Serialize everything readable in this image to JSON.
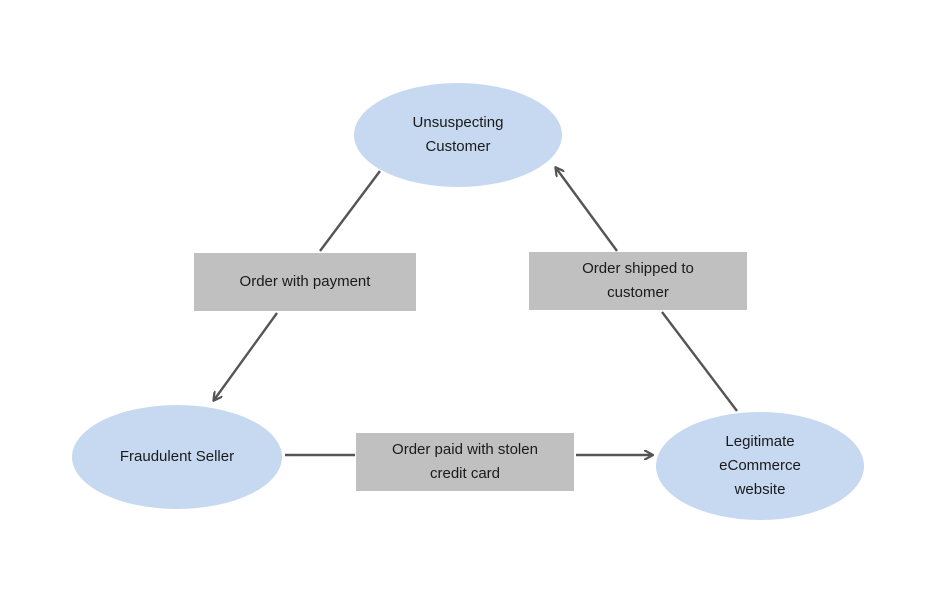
{
  "colors": {
    "node_fill": "#c6d9f1",
    "label_fill": "#c0c0c0",
    "arrow": "#555555",
    "text": "#1a1a1a"
  },
  "nodes": {
    "customer": {
      "label": "Unsuspecting\nCustomer"
    },
    "seller": {
      "label": "Fraudulent Seller"
    },
    "website": {
      "label": "Legitimate\neCommerce\nwebsite"
    }
  },
  "edges": {
    "customer_to_seller": {
      "label": "Order with payment"
    },
    "website_to_customer": {
      "label": "Order shipped to\ncustomer"
    },
    "seller_to_website": {
      "label": "Order paid with stolen\ncredit card"
    }
  }
}
